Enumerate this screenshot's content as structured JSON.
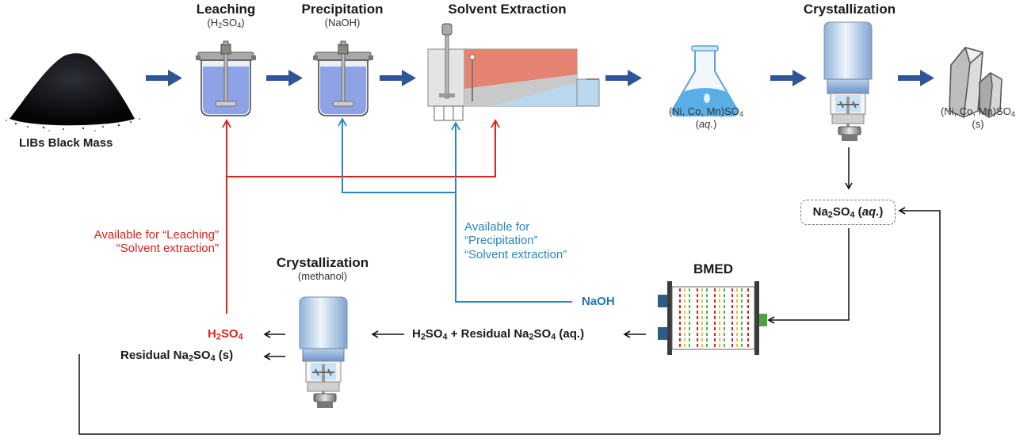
{
  "labels": {
    "black_mass": "LIBs Black Mass",
    "leaching": {
      "title": "Leaching",
      "reagent_html": "(H<sub>2</sub>SO<sub>4</sub>)"
    },
    "precipitation": {
      "title": "Precipitation",
      "reagent": "(NaOH)"
    },
    "solvent_extraction": {
      "title": "Solvent Extraction"
    },
    "aqueous_product_html": "(Ni, Co, Mn)SO<sub>4</sub>",
    "aqueous_state": "aq.",
    "crystallization_top": {
      "title": "Crystallization"
    },
    "solid_product_html": "(Ni, Co, Mn)SO<sub>4</sub>",
    "solid_state": "(s)",
    "na2so4_aq_html": "Na<sub>2</sub>SO<sub>4</sub> (<i>aq.</i>)",
    "bmed": "BMED",
    "naoh": "NaOH",
    "h2so4_residual_html": "H<sub>2</sub>SO<sub>4</sub> + Residual Na<sub>2</sub>SO<sub>4</sub> (aq.)",
    "crystallization_bottom": {
      "title": "Crystallization",
      "reagent": "(methanol)"
    },
    "h2so4_html": "H<sub>2</sub>SO<sub>4</sub>",
    "residual_solid_html": "Residual Na<sub>2</sub>SO<sub>4</sub> (s)",
    "red_note": [
      "Available for “Leaching”",
      "“Solvent extraction”"
    ],
    "blue_note": [
      "Available for",
      "“Precipitation”",
      "“Solvent extraction”"
    ]
  },
  "colors": {
    "process_arrow": "#2f5597",
    "acid_line": "#e0201b",
    "base_line": "#2a86bf",
    "black_line": "#111111",
    "reactor_liquid": "#8ea3e6",
    "organic_phase": "#e58373",
    "aqueous_phase": "#b9d8ee",
    "membrane_end": "#4ba33d",
    "membrane_port": "#2b5d8a"
  },
  "icons": [
    "black-mass-pile-icon",
    "reactor-icon",
    "mixer-settler-icon",
    "erlenmeyer-flask-icon",
    "crystallizer-icon",
    "crystal-icon",
    "bmed-stack-icon"
  ]
}
